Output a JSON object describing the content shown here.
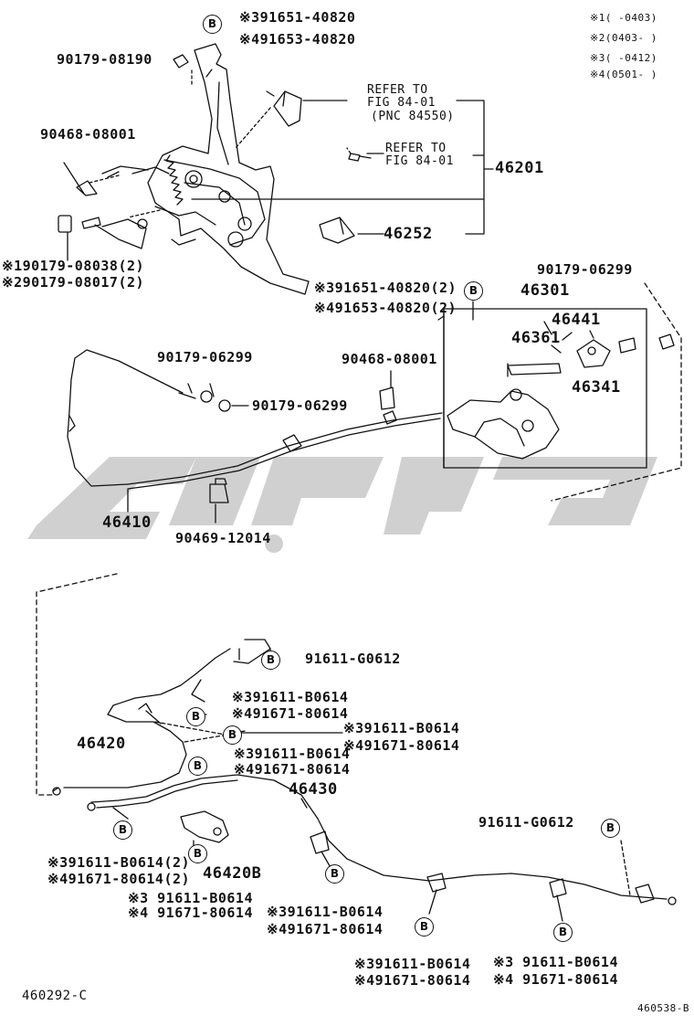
{
  "note_marker": "B",
  "variant_legend": [
    {
      "mark": "※1",
      "range": "(      -0403)"
    },
    {
      "mark": "※2",
      "range": "(0403-      )"
    },
    {
      "mark": "※3",
      "range": "(      -0412)"
    },
    {
      "mark": "※4",
      "range": "(0501-      )"
    }
  ],
  "callouts": {
    "top_bolt_1": "※391651-40820",
    "top_bolt_2": "※491653-40820",
    "bolt_90179_08190": "90179-08190",
    "refer_a_1": "REFER TO",
    "refer_a_2": "FIG 84-01",
    "refer_a_3": "(PNC 84550)",
    "refer_b_1": "REFER TO",
    "refer_b_2": "FIG 84-01",
    "pedal_assy": "46201",
    "pin_90468_top": "90468-08001",
    "pad_46252": "46252",
    "nut_1": "※190179-08038(2)",
    "nut_2": "※290179-08017(2)",
    "bolt_3": "※391651-40820(2)",
    "bolt_4": "※491653-40820(2)",
    "nut_right": "90179-06299",
    "lever_assy": "46301",
    "part_46441": "46441",
    "part_46361": "46361",
    "part_46341": "46341",
    "nut_mid_1": "90179-06299",
    "pin_90468_mid": "90468-08001",
    "nut_mid_2": "90179-06299",
    "cable_46410": "46410",
    "clip_90469": "90469-12014",
    "bolt_g0612_top": "91611-G0612",
    "bolt_b0614_a": "※391611-B0614",
    "bolt_80614_a": "※491671-80614",
    "bolt_b0614_b": "※391611-B0614",
    "bolt_80614_b": "※491671-80614",
    "cable_46420": "46420",
    "bolt_b0614_c": "※391611-B0614",
    "bolt_80614_c": "※491671-80614",
    "cable_46430": "46430",
    "bolt_g0612_right": "91611-G0612",
    "bolt_b0614_d": "※391611-B0614(2)",
    "bolt_80614_d": "※491671-80614(2)",
    "bracket_46420b": "46420B",
    "bolt_b0614_e": "※3 91611-B0614",
    "bolt_80614_e": "※4 91671-80614",
    "bolt_b0614_f": "※391611-B0614",
    "bolt_80614_f": "※491671-80614",
    "bolt_b0614_g": "※391611-B0614",
    "bolt_80614_g": "※491671-80614",
    "bolt_b0614_h": "※3 91611-B0614",
    "bolt_80614_h": "※4 91671-80614"
  },
  "figure_id": "460292-C",
  "sheet_id": "460538-B",
  "colors": {
    "line": "#111111",
    "watermark": "#c9c9c9"
  }
}
